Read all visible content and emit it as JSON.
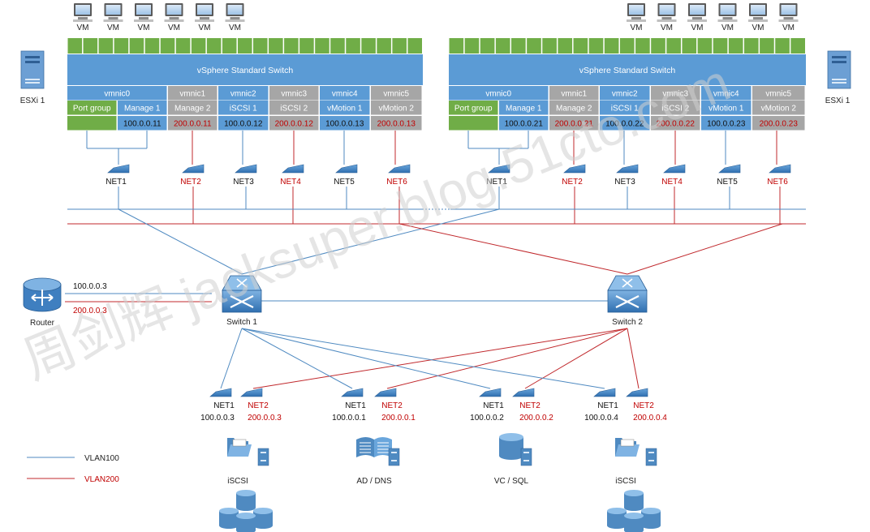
{
  "vm_label": "VM",
  "hosts": [
    {
      "esxi_label": "ESXi 1",
      "vswitch_title": "vSphere Standard Switch",
      "port_group_label": "Port group",
      "vmnics": [
        {
          "name": "vmnic0",
          "portgroup": "Manage 1",
          "ip": "100.0.0.11",
          "net": "NET1",
          "vlan": "100"
        },
        {
          "name": "vmnic1",
          "portgroup": "Manage 2",
          "ip": "200.0.0.11",
          "net": "NET2",
          "vlan": "200"
        },
        {
          "name": "vmnic2",
          "portgroup": "iSCSI 1",
          "ip": "100.0.0.12",
          "net": "NET3",
          "vlan": "100"
        },
        {
          "name": "vmnic3",
          "portgroup": "iSCSI 2",
          "ip": "200.0.0.12",
          "net": "NET4",
          "vlan": "200"
        },
        {
          "name": "vmnic4",
          "portgroup": "vMotion 1",
          "ip": "100.0.0.13",
          "net": "NET5",
          "vlan": "100"
        },
        {
          "name": "vmnic5",
          "portgroup": "vMotion 2",
          "ip": "200.0.0.13",
          "net": "NET6",
          "vlan": "200"
        }
      ]
    },
    {
      "esxi_label": "ESXi 1",
      "vswitch_title": "vSphere Standard Switch",
      "port_group_label": "Port group",
      "vmnics": [
        {
          "name": "vmnic0",
          "portgroup": "Manage 1",
          "ip": "100.0.0.21",
          "net": "NET1",
          "vlan": "100"
        },
        {
          "name": "vmnic1",
          "portgroup": "Manage 2",
          "ip": "200.0.0.21",
          "net": "NET2",
          "vlan": "200"
        },
        {
          "name": "vmnic2",
          "portgroup": "iSCSI 1",
          "ip": "100.0.0.22",
          "net": "NET3",
          "vlan": "100"
        },
        {
          "name": "vmnic3",
          "portgroup": "iSCSI 2",
          "ip": "200.0.0.22",
          "net": "NET4",
          "vlan": "200"
        },
        {
          "name": "vmnic4",
          "portgroup": "vMotion 1",
          "ip": "100.0.0.23",
          "net": "NET5",
          "vlan": "100"
        },
        {
          "name": "vmnic5",
          "portgroup": "vMotion 2",
          "ip": "200.0.0.23",
          "net": "NET6",
          "vlan": "200"
        }
      ]
    }
  ],
  "router": {
    "label": "Router",
    "ip_vlan100": "100.0.0.3",
    "ip_vlan200": "200.0.0.3"
  },
  "switches": [
    {
      "label": "Switch 1"
    },
    {
      "label": "Switch 2"
    }
  ],
  "servers": [
    {
      "label": "iSCSI",
      "icon": "folder-server-icon",
      "net1": "NET1",
      "ip1": "100.0.0.3",
      "net2": "NET2",
      "ip2": "200.0.0.3",
      "storage": true
    },
    {
      "label": "AD / DNS",
      "icon": "book-server-icon",
      "net1": "NET1",
      "ip1": "100.0.0.1",
      "net2": "NET2",
      "ip2": "200.0.0.1",
      "storage": false
    },
    {
      "label": "VC / SQL",
      "icon": "database-server-icon",
      "net1": "NET1",
      "ip1": "100.0.0.2",
      "net2": "NET2",
      "ip2": "200.0.0.2",
      "storage": false
    },
    {
      "label": "iSCSI",
      "icon": "folder-server-icon",
      "net1": "NET1",
      "ip1": "100.0.0.4",
      "net2": "NET2",
      "ip2": "200.0.0.4",
      "storage": true
    }
  ],
  "legend": [
    {
      "label": "VLAN100",
      "color": "#4f8ac1"
    },
    {
      "label": "VLAN200",
      "color": "#c0282c"
    }
  ],
  "watermark": "周剑辉   jacksuper.blog.51cto.com",
  "colors": {
    "vlan100": "#4f8ac1",
    "vlan200": "#c0282c",
    "switch_bar": "#5b9bd5",
    "port_green": "#70ad47",
    "gray_cell": "#a6a6a6",
    "label_gray": "#7f7f7f",
    "ip_red": "#c00000"
  }
}
